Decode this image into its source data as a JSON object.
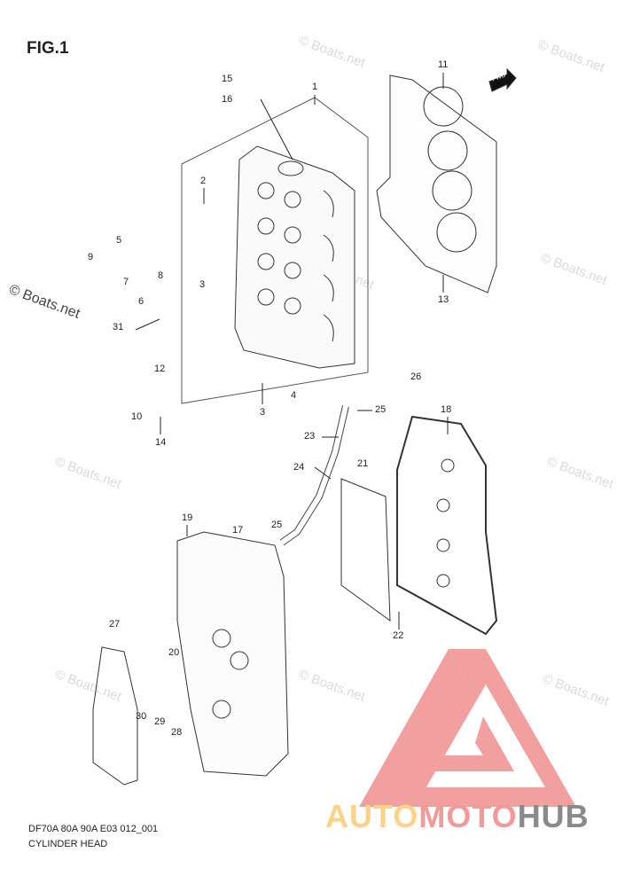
{
  "figure_label": "FIG.1",
  "watermark_text": "© Boats.net",
  "fwd_label": "FWD",
  "callouts": [
    "1",
    "2",
    "3",
    "3",
    "4",
    "5",
    "6",
    "7",
    "8",
    "9",
    "10",
    "11",
    "12",
    "13",
    "14",
    "15",
    "16",
    "17",
    "18",
    "19",
    "20",
    "21",
    "22",
    "23",
    "24",
    "25",
    "25",
    "26",
    "27",
    "28",
    "29",
    "30",
    "31"
  ],
  "caption": {
    "code": "DF70A 80A 90A E03 012_001",
    "title": "CYLINDER HEAD"
  },
  "logo": {
    "part1": "AUTO",
    "part2": "MOTO",
    "part3": "HUB",
    "color1": "#fcd289",
    "color2": "#f29a9a",
    "color3": "#8a8a8a"
  }
}
